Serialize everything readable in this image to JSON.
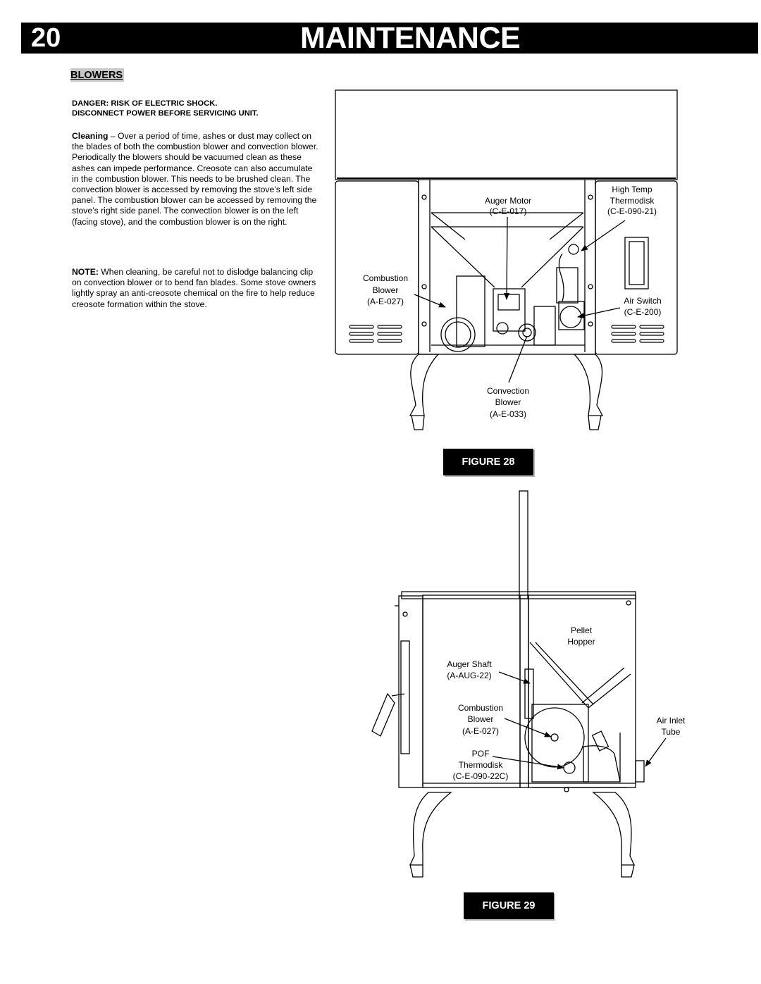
{
  "header": {
    "page_number": "20",
    "title": "MAINTENANCE"
  },
  "section_title": "BLOWERS",
  "danger": {
    "line1": "DANGER: RISK OF ELECTRIC SHOCK.",
    "line2": "DISCONNECT POWER BEFORE SERVICING UNIT."
  },
  "cleaning": {
    "lead": "Cleaning",
    "text": " – Over a period of time, ashes or dust may collect on the blades of both the combustion blower and convection blower. Periodically the blowers should be vacuumed clean as these ashes can impede performance. Creosote can also accumulate in the combustion blower. This needs to be brushed clean. The convection blower is accessed by removing the stove’s left side panel. The combustion blower can be accessed by removing the stove’s right side panel. The convection blower is on the left (facing stove), and the combustion blower is on the right."
  },
  "note": {
    "lead": "NOTE:",
    "text": " When cleaning, be careful not to dislodge balancing clip on convection blower or to bend fan blades. Some stove owners lightly spray an anti-creosote chemical on the fire to help reduce creosote formation within the stove."
  },
  "figure28": {
    "label": "FIGURE 28",
    "callouts": {
      "auger_motor": [
        "Auger Motor",
        "(C-E-017)"
      ],
      "high_temp": [
        "High Temp",
        "Thermodisk",
        "(C-E-090-21)"
      ],
      "combustion_blower": [
        "Combustion",
        "Blower",
        "(A-E-027)"
      ],
      "air_switch": [
        "Air Switch",
        "(C-E-200)"
      ],
      "convection_blower": [
        "Convection",
        "Blower",
        "(A-E-033)"
      ]
    }
  },
  "figure29": {
    "label": "FIGURE 29",
    "callouts": {
      "pellet_hopper": [
        "Pellet",
        "Hopper"
      ],
      "auger_shaft": [
        "Auger Shaft",
        "(A-AUG-22)"
      ],
      "combustion_blower": [
        "Combustion",
        "Blower",
        "(A-E-027)"
      ],
      "air_inlet": [
        "Air Inlet",
        "Tube"
      ],
      "pof_thermodisk": [
        "POF",
        "Thermodisk",
        "(C-E-090-22C)"
      ]
    }
  }
}
